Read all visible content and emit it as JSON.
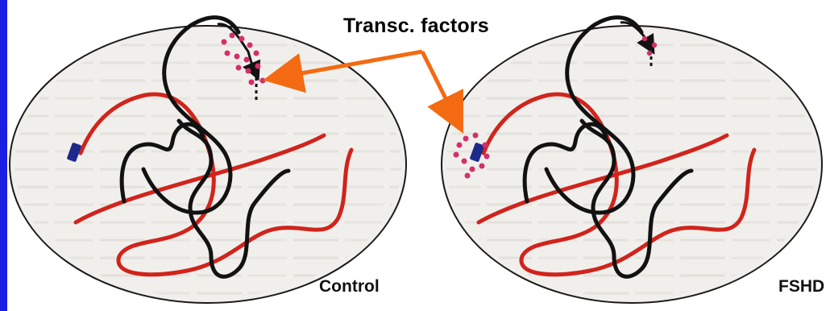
{
  "title_label": "Transc. factors",
  "cells": [
    {
      "label": "Control"
    },
    {
      "label": "FSHD"
    }
  ],
  "colors": {
    "band": "#1a1ee0",
    "nucleus_fill": "#f1efec",
    "nucleus_stroke": "#1a1a1a",
    "red_chromatin": "#d0241c",
    "black_chromatin": "#121212",
    "factor_dots": "#d52e6a",
    "locus": "#1c2a8c",
    "arrow": "#f46a12"
  }
}
